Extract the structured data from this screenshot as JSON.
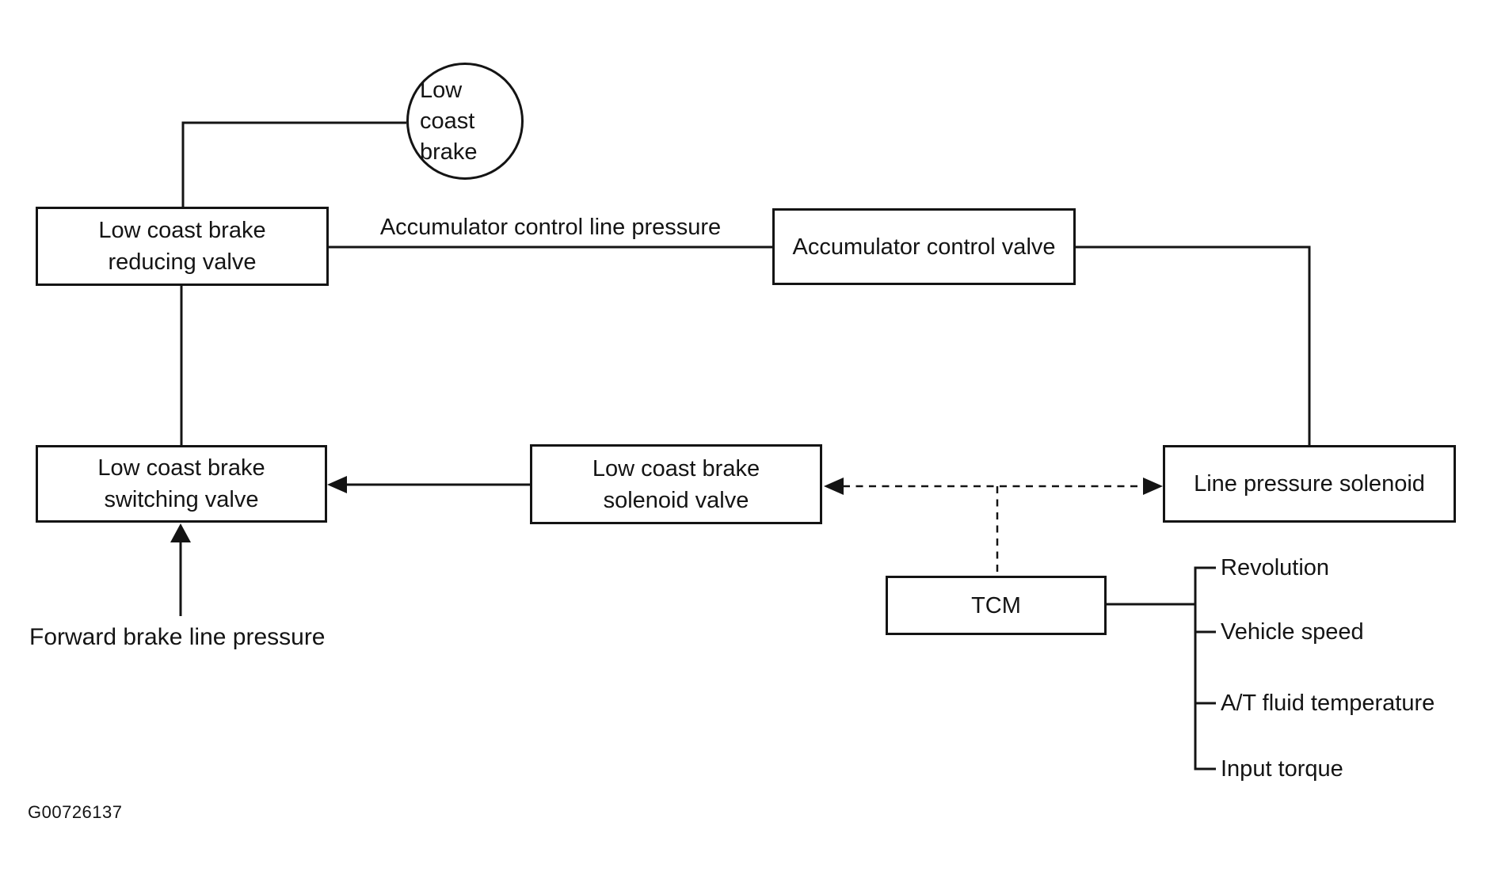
{
  "diagram": {
    "figure_id": "G00726137",
    "nodes": {
      "low_coast_brake": {
        "label": "Low coast\nbrake",
        "shape": "circle"
      },
      "reducing_valve": {
        "label": "Low coast brake\nreducing valve",
        "shape": "rect"
      },
      "accumulator_control_valve": {
        "label": "Accumulator control valve",
        "shape": "rect"
      },
      "switching_valve": {
        "label": "Low coast brake\nswitching valve",
        "shape": "rect"
      },
      "solenoid_valve": {
        "label": "Low coast brake\nsolenoid valve",
        "shape": "rect"
      },
      "line_pressure_solenoid": {
        "label": "Line pressure solenoid",
        "shape": "rect"
      },
      "tcm": {
        "label": "TCM",
        "shape": "rect"
      }
    },
    "edge_labels": {
      "accumulator_control_line_pressure": "Accumulator control line pressure",
      "forward_brake_line_pressure": "Forward brake line pressure"
    },
    "tcm_inputs": [
      "Revolution",
      "Vehicle speed",
      "A/T fluid temperature",
      "Input torque"
    ],
    "connections": [
      "low_coast_brake — reducing_valve (solid elbow line)",
      "reducing_valve — accumulator_control_valve (solid line, labeled Accumulator control line pressure)",
      "accumulator_control_valve — line_pressure_solenoid (solid elbow line)",
      "reducing_valve — switching_valve (solid vertical line)",
      "solenoid_valve → switching_valve (solid arrow)",
      "solenoid_valve ←→ line_pressure_solenoid (dashed double arrow)",
      "dashed branch — tcm (dashed vertical line)",
      "tcm — input bracket (solid line)",
      "forward_brake_line_pressure → switching_valve (solid up arrow)"
    ],
    "colors": {
      "ink": "#141414",
      "background": "#ffffff"
    }
  }
}
